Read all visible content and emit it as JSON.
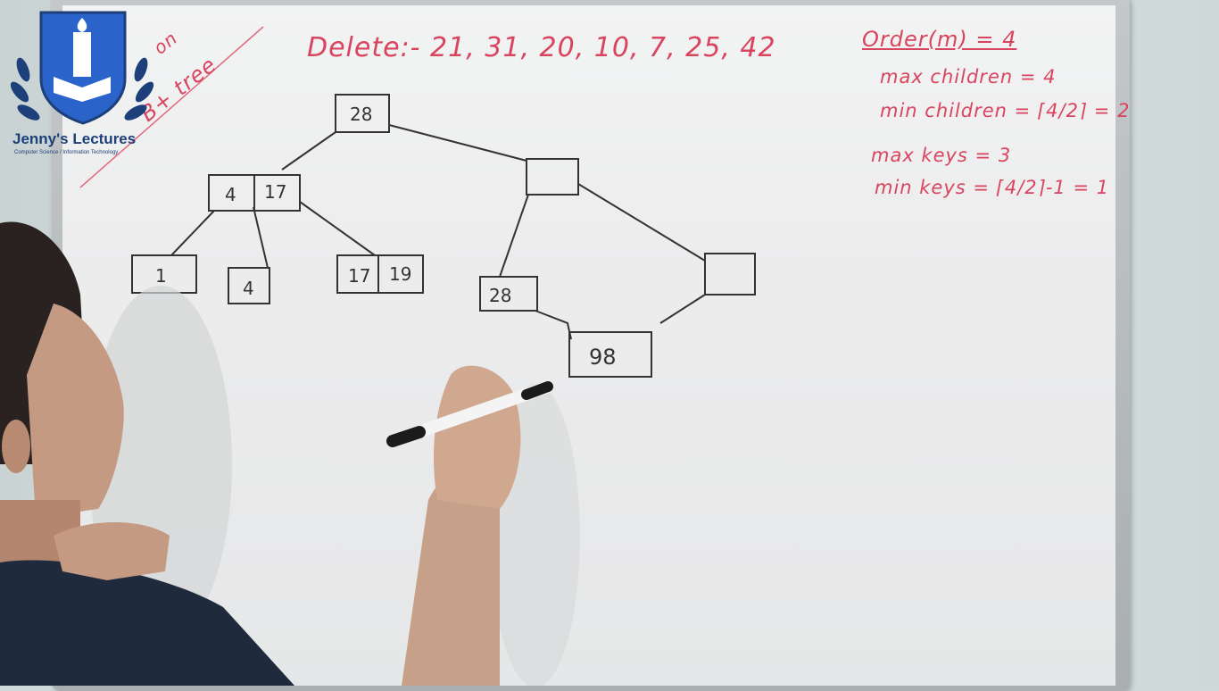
{
  "branding": {
    "channel_name": "Jenny's Lectures",
    "channel_tagline": "Computer Science / Information Technology"
  },
  "board": {
    "corner_note": "B+ tree",
    "corner_note_prefix": "on",
    "delete_heading": "Delete:- 21, 31, 20, 10, 7, 25, 42",
    "order_line": "Order(m) = 4",
    "max_children": "max children = 4",
    "min_children": "min children = ⌈4/2⌉ = 2",
    "max_keys": "max keys = 3",
    "min_keys": "min keys = ⌈4/2⌉-1 = 1"
  },
  "tree": {
    "root": "28",
    "left_internal": [
      "4",
      "17"
    ],
    "right_internal": [
      ""
    ],
    "leaves": [
      {
        "keys": [
          "1"
        ]
      },
      {
        "keys": [
          "4"
        ]
      },
      {
        "keys": [
          "17",
          "19"
        ]
      },
      {
        "keys": [
          "28"
        ]
      },
      {
        "keys": [
          "98"
        ]
      },
      {
        "keys": [
          ""
        ]
      }
    ]
  }
}
